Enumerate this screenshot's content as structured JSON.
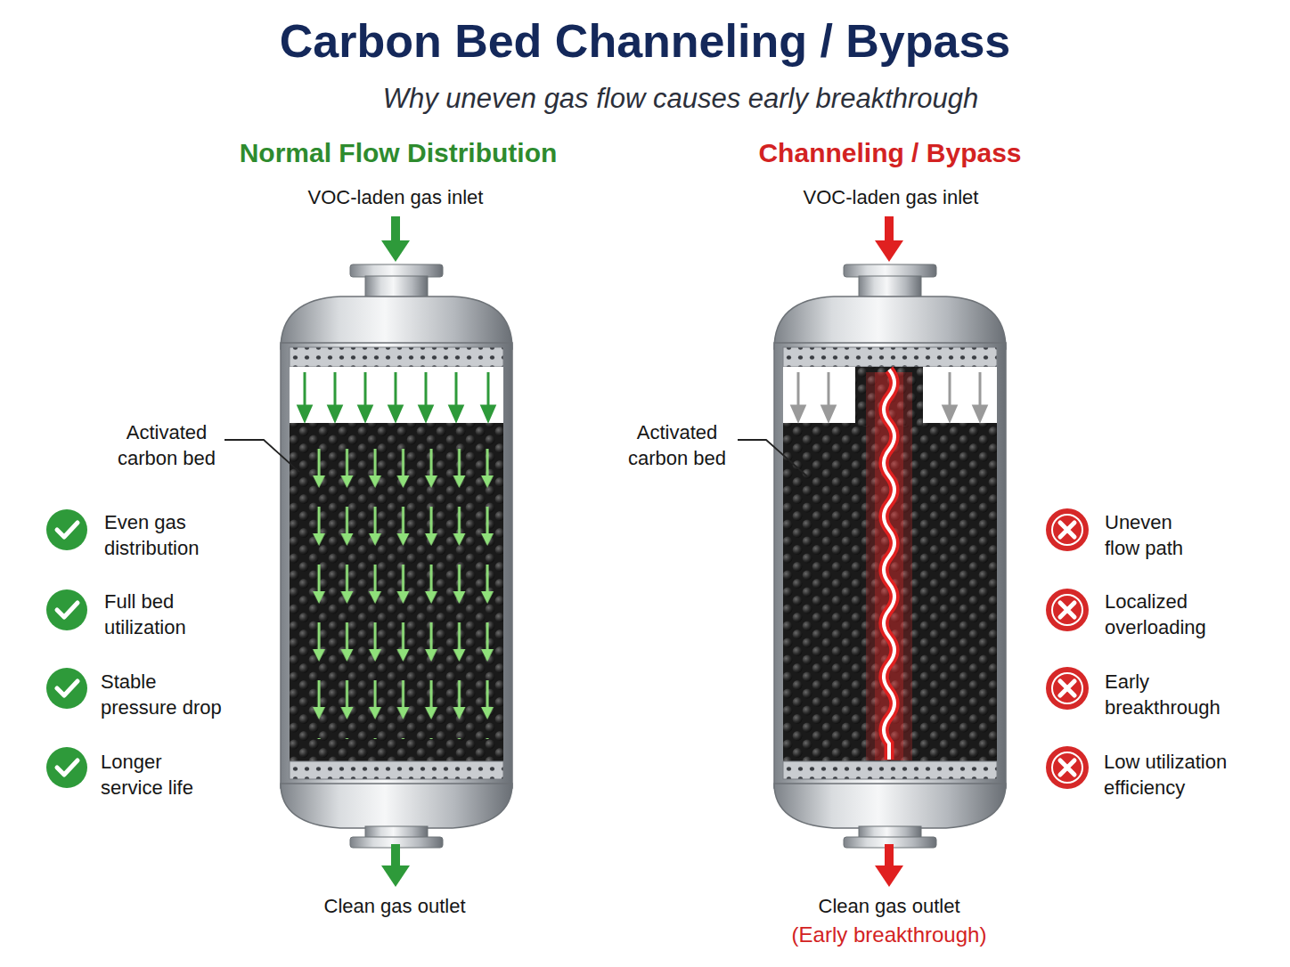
{
  "diagram": {
    "title": "Carbon Bed Channeling / Bypass",
    "caption": "Why uneven gas flow causes early breakthrough",
    "labels": [
      "Normal Flow Distribution",
      "VOC-laden gas inlet",
      "Activated carbon bed",
      "Even gas distribution",
      "Full bed utilization",
      "Stable pressure drop",
      "Longer service life",
      "Clean gas outlet",
      "Channeling / Bypass",
      "VOC-laden gas inlet",
      "Activated carbon bed",
      "Uneven flow path",
      "Localized overloading",
      "Early breakthrough",
      "Low utilization efficiency",
      "Clean gas outlet",
      "(Early breakthrough)"
    ]
  }
}
